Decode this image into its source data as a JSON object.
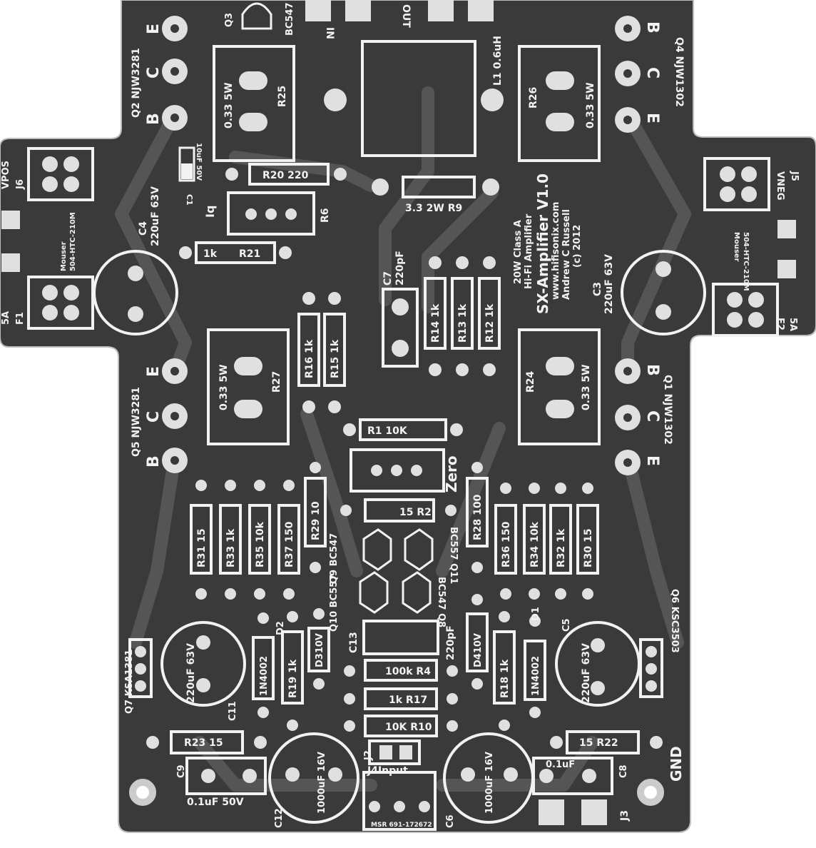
{
  "colors": {
    "paper": "#ffffff",
    "board": "#3a3a3a",
    "silk": "#f2f2f2",
    "pad": "#e0e0e0",
    "trace": "#555555"
  },
  "title_block": {
    "line1": "20W Class A",
    "line2": "Hi-Fi Amplifier",
    "line3": "SX-Amplifier V1.0",
    "line4": "www.hifisonix.com",
    "line5": "Andrew C Russell",
    "line6": "(c) 2012"
  },
  "labels": {
    "q3": "Q3",
    "q3_part": "BC547",
    "j_in_top": "IN",
    "j_out_top": "OUT",
    "l1": "L1 0.6uH",
    "q2": "Q2 NJW3281",
    "q4": "Q4 NJW1302",
    "q5": "Q5 NJW3281",
    "q1": "Q1 NJW1302",
    "pin_e": "E",
    "pin_c": "C",
    "pin_b": "B",
    "r25": "R25",
    "r25_val": "0.33 5W",
    "r26": "R26",
    "r26_val": "0.33 5W",
    "r27": "R27",
    "r27_val": "0.33 5W",
    "r24": "R24",
    "r24_val": "0.33 5W",
    "c1": "C1",
    "c1_val": "10uF 50V",
    "r20": "R20 220",
    "r9": "3.3 2W R9",
    "iq": "Iq",
    "r6": "R6",
    "vpos": "VPOS",
    "j6": "J6",
    "vneg": "VNEG",
    "j5": "J5",
    "mouser_l": "Mouser",
    "mouser_l_part": "504-HTC-210M",
    "mouser_r": "Mouser",
    "mouser_r_part": "504-HTC-210M",
    "f1": "F1",
    "f1_val": "5A",
    "f2": "F2",
    "f2_val": "5A",
    "c4": "C4",
    "c4_val": "220uF 63V",
    "c3": "C3",
    "c3_val": "220uF 63V",
    "r21": "R21",
    "r21_val": "1k",
    "c7": "C7",
    "c7_val": "220pF",
    "r14": "R14 1k",
    "r13": "R13 1k",
    "r12": "R12 1k",
    "r16": "R16 1k",
    "r15": "R15 1k",
    "r1": "R1 10K",
    "zero": "Zero",
    "r31": "R31 15",
    "r33": "R33 1k",
    "r35": "R35 10k",
    "r37": "R37 150",
    "r29": "R29 10",
    "r2": "15 R2",
    "r28": "R28 100",
    "r36": "R36 150",
    "r34": "R34 10k",
    "r32": "R32 1k",
    "r30": "R30 15",
    "q9": "Q9 BC547",
    "q11": "BC557 Q11",
    "q10": "Q10 BC557",
    "q8": "BC547 Q8",
    "c13": "C13",
    "c13_val": "220pF",
    "d2": "D2",
    "d2_val": "1N4002",
    "d3": "D310V",
    "d4": "D410V",
    "d1": "D1",
    "d1_val": "1N4002",
    "r19": "R19 1k",
    "r18": "R18 1k",
    "r4": "100k R4",
    "r17": "1k R17",
    "r10": "10K R10",
    "q7": "Q7 KSA1381",
    "q6": "Q6 KSC3503",
    "c11": "C11",
    "c11_val": "220uF 63V",
    "c5": "C5",
    "c5_val": "220uF 63V",
    "r23": "R23 15",
    "r22": "15 R22",
    "c9": "C9",
    "c9_val": "0.1uF 50V",
    "c8": "C8",
    "c8_val": "0.1uF",
    "c12": "C12",
    "c12_val": "1000uF 16V",
    "c6": "C6",
    "c6_val": "1000uF 16V",
    "j2": "J2",
    "j4": "J4Input",
    "j4_part": "MSR 691-172672",
    "j3": "J3",
    "gnd": "GND"
  }
}
